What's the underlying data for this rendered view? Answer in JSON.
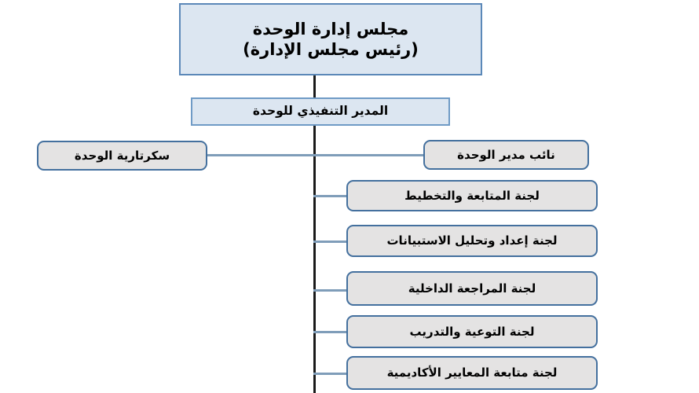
{
  "chart": {
    "type": "org-chart",
    "language": "ar",
    "direction": "rtl",
    "title_box": {
      "line1": "مجلس إدارة الوحدة",
      "line2": "(رئيس مجلس الإدارة)",
      "fill": "#dce6f1",
      "border": "#5b88b8"
    },
    "executive": {
      "label": "المدير التنفيذي للوحدة",
      "fill": "#dce6f1",
      "border": "#6f9bc6"
    },
    "left_branch": {
      "label": "سكرتارية الوحدة",
      "fill": "#e4e3e3",
      "border": "#44709e"
    },
    "right_branch": [
      {
        "label": "نائب مدير الوحدة"
      },
      {
        "label": "لجنة المتابعة والتخطيط"
      },
      {
        "label": "لجنة إعداد وتحليل الاستبيانات"
      },
      {
        "label": "لجنة المراجعة الداخلية"
      },
      {
        "label": "لجنة التوعية والتدريب"
      },
      {
        "label": "لجنة متابعة المعايير الأكاديمية"
      }
    ],
    "colors": {
      "gray_fill": "#e4e3e3",
      "gray_border": "#44709e",
      "blue_fill": "#dce6f1",
      "blue_border": "#5b88b8",
      "connector": "#7f9db9",
      "spine": "#1a1a1a",
      "background": "#ffffff"
    }
  }
}
